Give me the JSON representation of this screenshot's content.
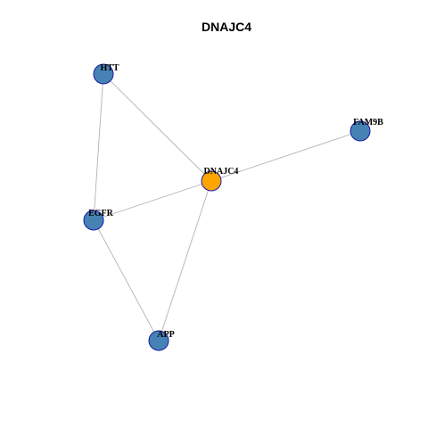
{
  "title": "DNAJC4",
  "colors": {
    "center_node": "#FFA500",
    "neighbor_node": "#4682B4",
    "node_border": "#1A1AA6",
    "edge": "#B3B3B3"
  },
  "nodes": [
    {
      "id": "HTT",
      "label": "HTT",
      "role": "neighbor"
    },
    {
      "id": "FAM9B",
      "label": "FAM9B",
      "role": "neighbor"
    },
    {
      "id": "DNAJC4",
      "label": "DNAJC4",
      "role": "center"
    },
    {
      "id": "EGFR",
      "label": "EGFR",
      "role": "neighbor"
    },
    {
      "id": "APP",
      "label": "APP",
      "role": "neighbor"
    }
  ],
  "edges": [
    {
      "source": "HTT",
      "target": "DNAJC4"
    },
    {
      "source": "HTT",
      "target": "EGFR"
    },
    {
      "source": "FAM9B",
      "target": "DNAJC4"
    },
    {
      "source": "DNAJC4",
      "target": "EGFR"
    },
    {
      "source": "DNAJC4",
      "target": "APP"
    },
    {
      "source": "EGFR",
      "target": "APP"
    }
  ]
}
